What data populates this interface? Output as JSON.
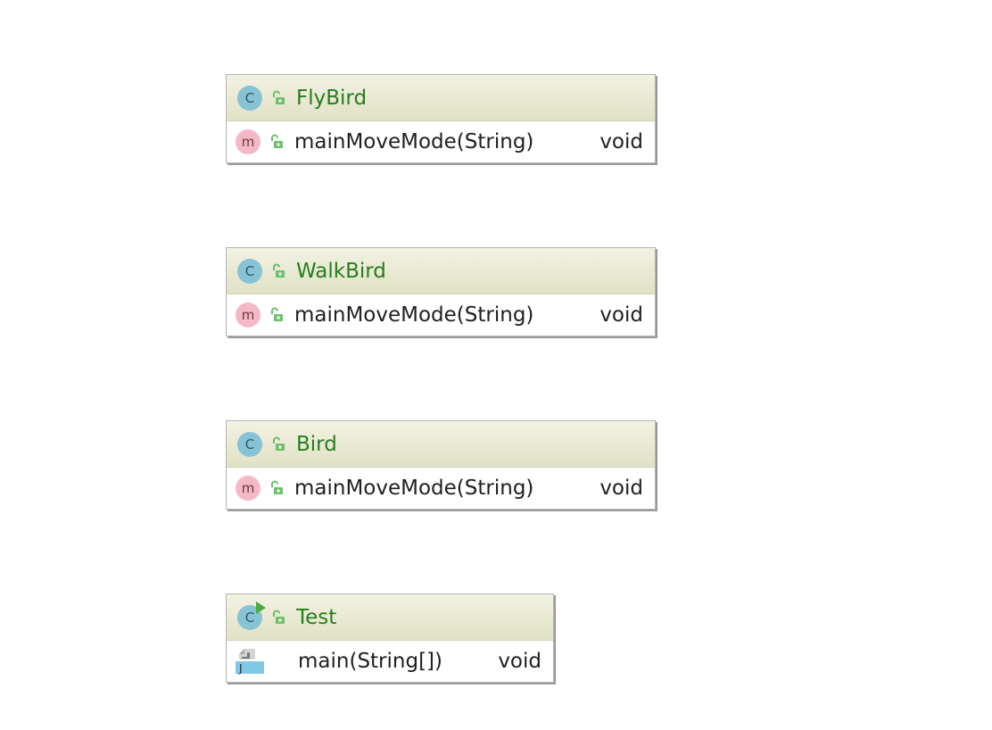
{
  "classes": [
    {
      "name": "FlyBird",
      "kind_icon": "C",
      "methods": [
        {
          "kind_icon": "m",
          "name": "mainMoveMode(String)",
          "return_type": "void"
        }
      ]
    },
    {
      "name": "WalkBird",
      "kind_icon": "C",
      "methods": [
        {
          "kind_icon": "m",
          "name": "mainMoveMode(String)",
          "return_type": "void"
        }
      ]
    },
    {
      "name": "Bird",
      "kind_icon": "C",
      "methods": [
        {
          "kind_icon": "m",
          "name": "mainMoveMode(String)",
          "return_type": "void"
        }
      ]
    },
    {
      "name": "Test",
      "kind_icon": "C",
      "methods": [
        {
          "file_icon_letter": "J",
          "name": "main(String[])",
          "return_type": "void"
        }
      ]
    }
  ],
  "colors": {
    "class_name": "#267d1d",
    "class_icon": "#86c3d4",
    "method_icon": "#f5b8c6",
    "lock_icon": "#6cc06c",
    "header_gradient_top": "#f2f2e2",
    "header_gradient_bottom": "#e1e1c6",
    "run_badge": "#4aab3c"
  }
}
